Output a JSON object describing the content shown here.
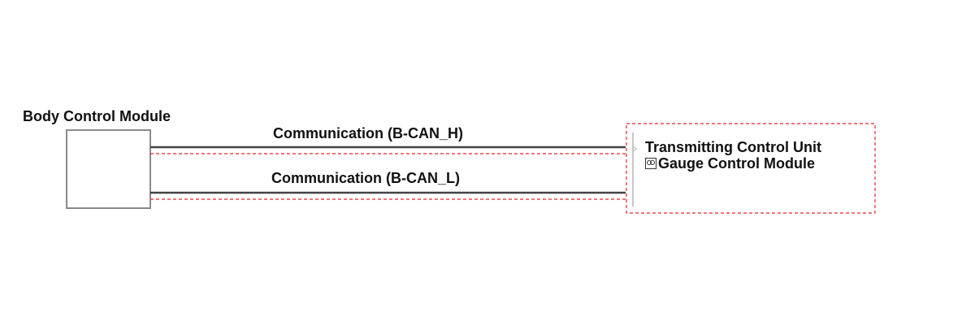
{
  "diagram": {
    "source_module": {
      "label": "Body Control Module"
    },
    "connections": [
      {
        "label": "Communication (B-CAN_H)"
      },
      {
        "label": "Communication (B-CAN_L)"
      }
    ],
    "target_module": {
      "title": "Transmitting Control Unit",
      "subtitle": "Gauge Control Module",
      "prefix_glyph": "unrendered-character-icon"
    },
    "colors": {
      "wire": "#444444",
      "dashed_outline": "#e8252a",
      "box_border": "#8a8a8a"
    }
  }
}
